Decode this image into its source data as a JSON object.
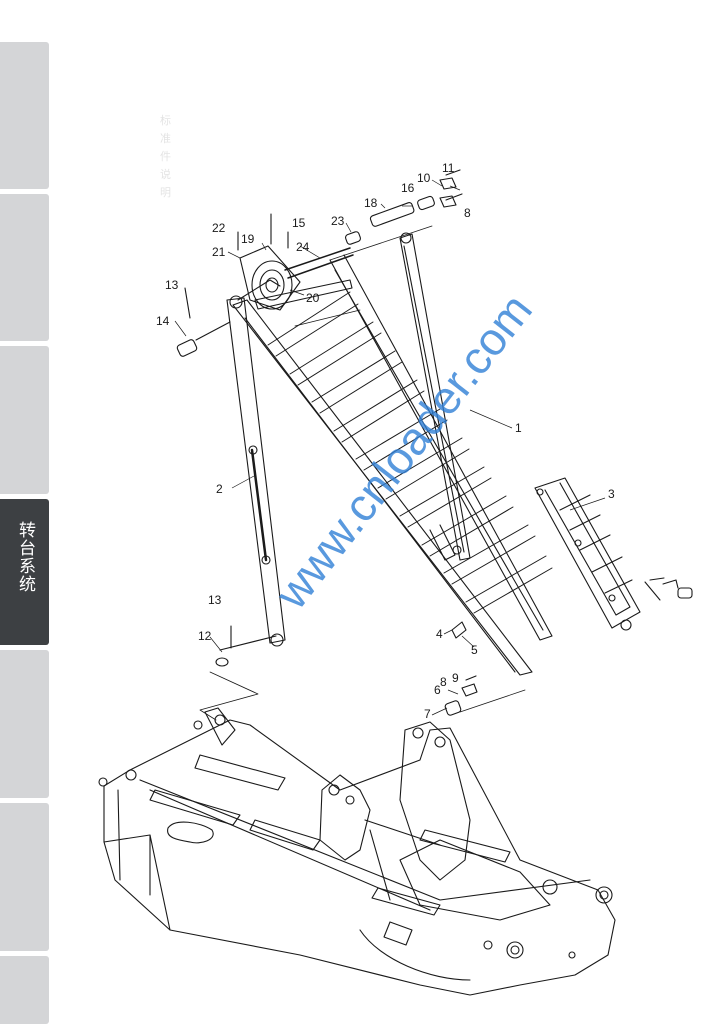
{
  "side_nav": {
    "tabs": [
      {
        "label": "",
        "active": false
      },
      {
        "label": "",
        "active": false
      },
      {
        "label": "",
        "active": false
      },
      {
        "label": "转台系统",
        "active": true
      },
      {
        "label": "",
        "active": false
      },
      {
        "label": "",
        "active": false
      },
      {
        "label": "",
        "active": false
      }
    ],
    "active_color": "#3d4043",
    "inactive_color": "#d4d5d7"
  },
  "faint_text": "标准件说明",
  "watermark": "www.cnloader.com",
  "callouts": [
    "1",
    "2",
    "3",
    "4",
    "5",
    "6",
    "7",
    "8",
    "8",
    "9",
    "10",
    "11",
    "12",
    "13",
    "13",
    "14",
    "15",
    "16",
    "18",
    "19",
    "20",
    "21",
    "22",
    "23",
    "24"
  ]
}
